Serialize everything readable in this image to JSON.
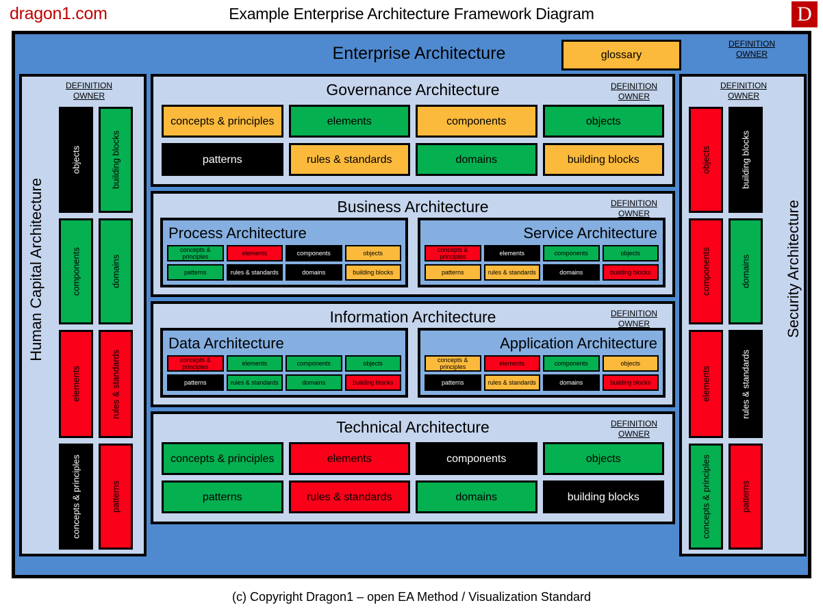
{
  "header": {
    "brand": "dragon1.com",
    "title": "Example Enterprise Architecture Framework Diagram",
    "logo": "D"
  },
  "footer": {
    "copyright": "(c) Copyright Dragon1 – open EA Method / Visualization Standard"
  },
  "labels": {
    "definition": "DEFINITION",
    "owner": "OWNER"
  },
  "colors": {
    "green": "#05B050",
    "red": "#FA0019",
    "black": "#000000",
    "orange": "#FBBA3C",
    "outer_blue": "#4F8AD0",
    "panel_blue": "#C5D5ED",
    "sub_blue": "#85AFE0",
    "brand_red": "#C00000"
  },
  "enterprise": {
    "title": "Enterprise Architecture",
    "glossary_label": "glossary"
  },
  "side_columns": [
    {
      "name": "human-capital",
      "title": "Human Capital Architecture",
      "cells": [
        {
          "label": "objects",
          "color": "black"
        },
        {
          "label": "building blocks",
          "color": "green"
        },
        {
          "label": "components",
          "color": "green"
        },
        {
          "label": "domains",
          "color": "green"
        },
        {
          "label": "elements",
          "color": "red"
        },
        {
          "label": "rules & standards",
          "color": "red"
        },
        {
          "label": "concepts & principles",
          "color": "black"
        },
        {
          "label": "patterns",
          "color": "red"
        }
      ]
    },
    {
      "name": "security",
      "title": "Security Architecture",
      "cells": [
        {
          "label": "objects",
          "color": "red"
        },
        {
          "label": "building blocks",
          "color": "black"
        },
        {
          "label": "components",
          "color": "red"
        },
        {
          "label": "domains",
          "color": "green"
        },
        {
          "label": "elements",
          "color": "red"
        },
        {
          "label": "rules & standards",
          "color": "black"
        },
        {
          "label": "concepts & principles",
          "color": "green"
        },
        {
          "label": "patterns",
          "color": "red"
        }
      ]
    }
  ],
  "sections": [
    {
      "name": "governance",
      "title": "Governance Architecture",
      "layout": "big",
      "cells": [
        {
          "label": "concepts & principles",
          "color": "orange"
        },
        {
          "label": "elements",
          "color": "green"
        },
        {
          "label": "components",
          "color": "orange"
        },
        {
          "label": "objects",
          "color": "green"
        },
        {
          "label": "patterns",
          "color": "black"
        },
        {
          "label": "rules & standards",
          "color": "orange"
        },
        {
          "label": "domains",
          "color": "green"
        },
        {
          "label": "building blocks",
          "color": "orange"
        }
      ]
    },
    {
      "name": "business",
      "title": "Business Architecture",
      "layout": "subs",
      "subs": [
        {
          "name": "process",
          "title": "Process Architecture",
          "align": "left",
          "cells": [
            {
              "label": "concepts & principles",
              "color": "green"
            },
            {
              "label": "elements",
              "color": "red"
            },
            {
              "label": "components",
              "color": "black"
            },
            {
              "label": "objects",
              "color": "orange"
            },
            {
              "label": "patterns",
              "color": "green"
            },
            {
              "label": "rules & standards",
              "color": "black"
            },
            {
              "label": "domains",
              "color": "black"
            },
            {
              "label": "building blocks",
              "color": "orange"
            }
          ]
        },
        {
          "name": "service",
          "title": "Service Architecture",
          "align": "right",
          "cells": [
            {
              "label": "concepts & principles",
              "color": "red"
            },
            {
              "label": "elements",
              "color": "black"
            },
            {
              "label": "components",
              "color": "green"
            },
            {
              "label": "objects",
              "color": "green"
            },
            {
              "label": "patterns",
              "color": "orange"
            },
            {
              "label": "rules & standards",
              "color": "orange"
            },
            {
              "label": "domains",
              "color": "black"
            },
            {
              "label": "building blocks",
              "color": "red"
            }
          ]
        }
      ]
    },
    {
      "name": "information",
      "title": "Information Architecture",
      "layout": "subs",
      "subs": [
        {
          "name": "data",
          "title": "Data Architecture",
          "align": "left",
          "cells": [
            {
              "label": "concepts & principles",
              "color": "red"
            },
            {
              "label": "elements",
              "color": "green"
            },
            {
              "label": "components",
              "color": "green"
            },
            {
              "label": "objects",
              "color": "green"
            },
            {
              "label": "patterns",
              "color": "black"
            },
            {
              "label": "rules & standards",
              "color": "green"
            },
            {
              "label": "domains",
              "color": "green"
            },
            {
              "label": "building blocks",
              "color": "red"
            }
          ]
        },
        {
          "name": "application",
          "title": "Application Architecture",
          "align": "right",
          "cells": [
            {
              "label": "concepts & principles",
              "color": "orange"
            },
            {
              "label": "elements",
              "color": "red"
            },
            {
              "label": "components",
              "color": "green"
            },
            {
              "label": "objects",
              "color": "orange"
            },
            {
              "label": "patterns",
              "color": "black"
            },
            {
              "label": "rules & standards",
              "color": "orange"
            },
            {
              "label": "domains",
              "color": "black"
            },
            {
              "label": "building blocks",
              "color": "red"
            }
          ]
        }
      ]
    },
    {
      "name": "technical",
      "title": "Technical Architecture",
      "layout": "big",
      "cells": [
        {
          "label": "concepts & principles",
          "color": "green"
        },
        {
          "label": "elements",
          "color": "red"
        },
        {
          "label": "components",
          "color": "black"
        },
        {
          "label": "objects",
          "color": "green"
        },
        {
          "label": "patterns",
          "color": "green"
        },
        {
          "label": "rules & standards",
          "color": "red"
        },
        {
          "label": "domains",
          "color": "green"
        },
        {
          "label": "building blocks",
          "color": "black"
        }
      ]
    }
  ]
}
